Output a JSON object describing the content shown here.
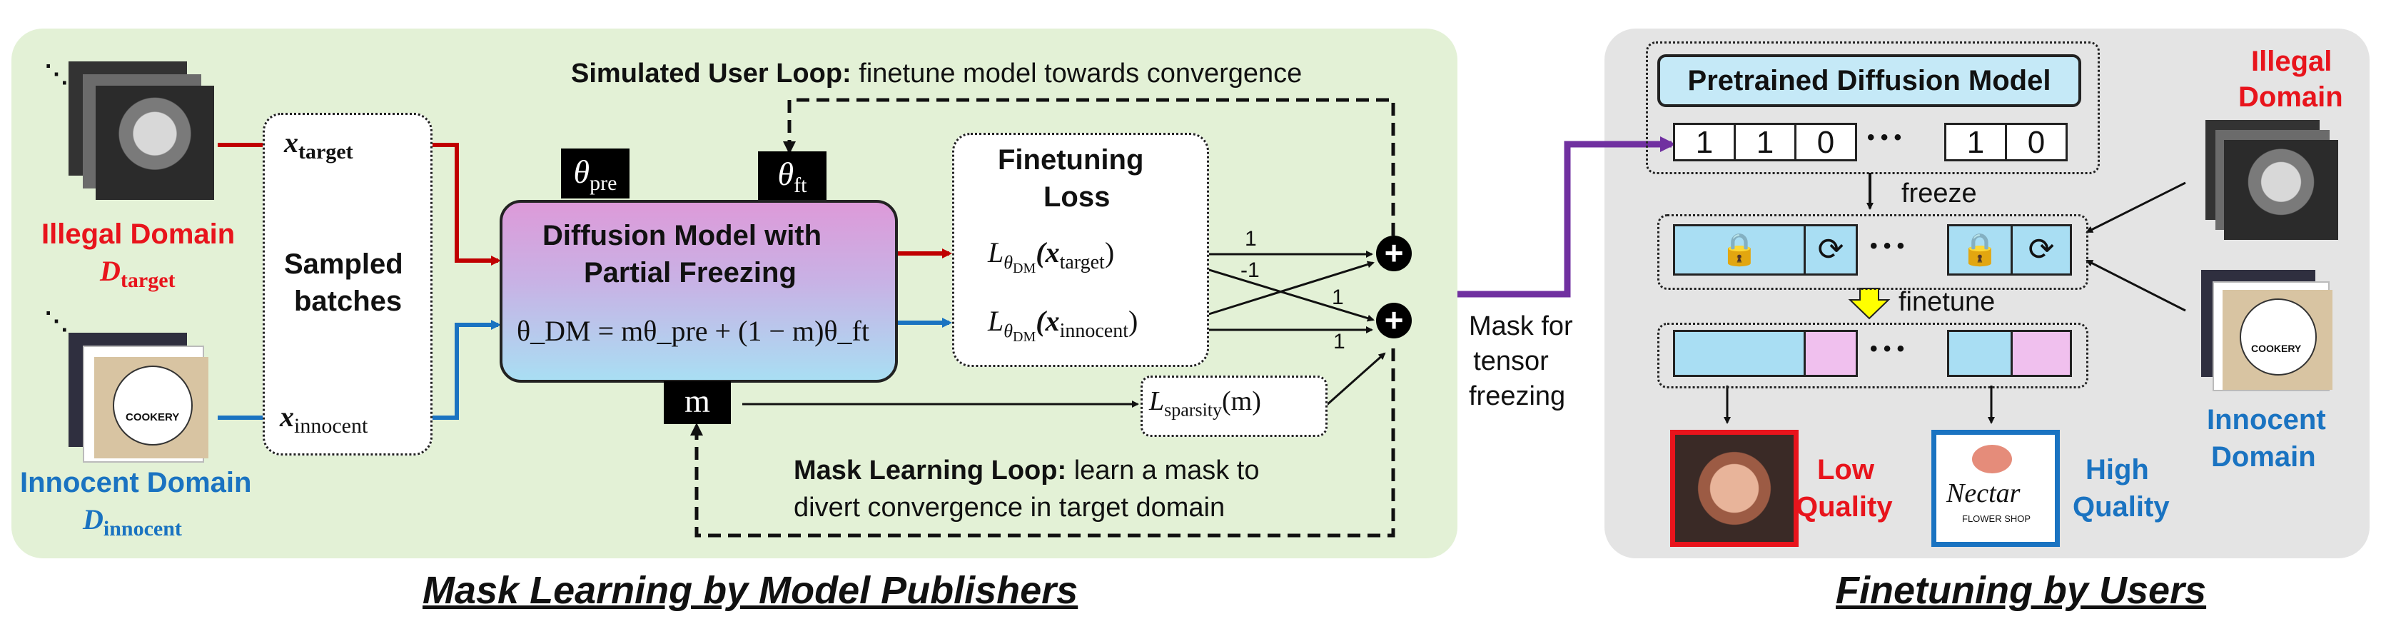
{
  "left_panel": {
    "caption": "Mask Learning by Model Publishers",
    "simulated_loop": {
      "bold": "Simulated User Loop:",
      "rest": " finetune model towards convergence"
    },
    "mask_loop": {
      "bold": "Mask Learning Loop:",
      "line1_rest": " learn a mask to",
      "line2": "divert convergence in target domain"
    },
    "illegal_domain": {
      "label": "Illegal Domain",
      "symbol": "D",
      "sub": "target"
    },
    "innocent_domain": {
      "label": "Innocent Domain",
      "symbol": "D",
      "sub": "innocent"
    },
    "batch_box": {
      "x_target": "x",
      "x_target_sub": "target",
      "label_line1": "Sampled",
      "label_line2": "batches",
      "x_innocent": "x",
      "x_innocent_sub": "innocent"
    },
    "diffusion_box": {
      "title_line1": "Diffusion Model with",
      "title_line2": "Partial Freezing",
      "formula": "θ_DM = mθ_pre + (1 − m)θ_ft"
    },
    "theta_pre": {
      "symbol": "θ",
      "sub": "pre"
    },
    "theta_ft": {
      "symbol": "θ",
      "sub": "ft"
    },
    "mask_symbol": "m",
    "finetuning_loss": {
      "title_line1": "Finetuning",
      "title_line2": "Loss",
      "loss_target": "L",
      "loss_target_arg": "(x",
      "loss_target_arg_sub": "target",
      "loss_innocent_arg_sub": "innocent",
      "loss_sub": "θ",
      "loss_sub_sub": "DM"
    },
    "sparsity_loss": {
      "symbol": "L",
      "sub": "sparsity",
      "arg": "(m)"
    },
    "weights": [
      "1",
      "-1",
      "1",
      "1"
    ],
    "plus_signs": [
      "+",
      "+"
    ]
  },
  "connector_label": {
    "line1": "Mask for",
    "line2": "tensor",
    "line3": "freezing"
  },
  "right_panel": {
    "caption": "Finetuning by Users",
    "pretrained_model": "Pretrained Diffusion Model",
    "mask_values": [
      "1",
      "1",
      "0",
      "1",
      "0"
    ],
    "ellipsis": "• • •",
    "freeze_label": "freeze",
    "finetune_label": "finetune",
    "illegal_domain": {
      "line1": "Illegal",
      "line2": "Domain"
    },
    "innocent_domain": {
      "line1": "Innocent",
      "line2": "Domain"
    },
    "low_quality": {
      "line1": "Low",
      "line2": "Quality"
    },
    "high_quality": {
      "line1": "High",
      "line2": "Quality"
    },
    "nectar_logo": {
      "name": "Nectar",
      "sub": "FLOWER SHOP"
    },
    "cookery_logo": "COOKERY"
  },
  "colors": {
    "red": "#e8141c",
    "blue": "#1a73c1",
    "purple": "#7030a0",
    "dark_red": "#c00000",
    "light_blue": "#a9def3",
    "pink": "#f0c0ee",
    "yellow": "#ffff00"
  },
  "icons": [
    "lock-icon",
    "refresh-icon",
    "einstein-photo",
    "cookery-logo-image",
    "distorted-face-image",
    "nectar-logo-image"
  ]
}
